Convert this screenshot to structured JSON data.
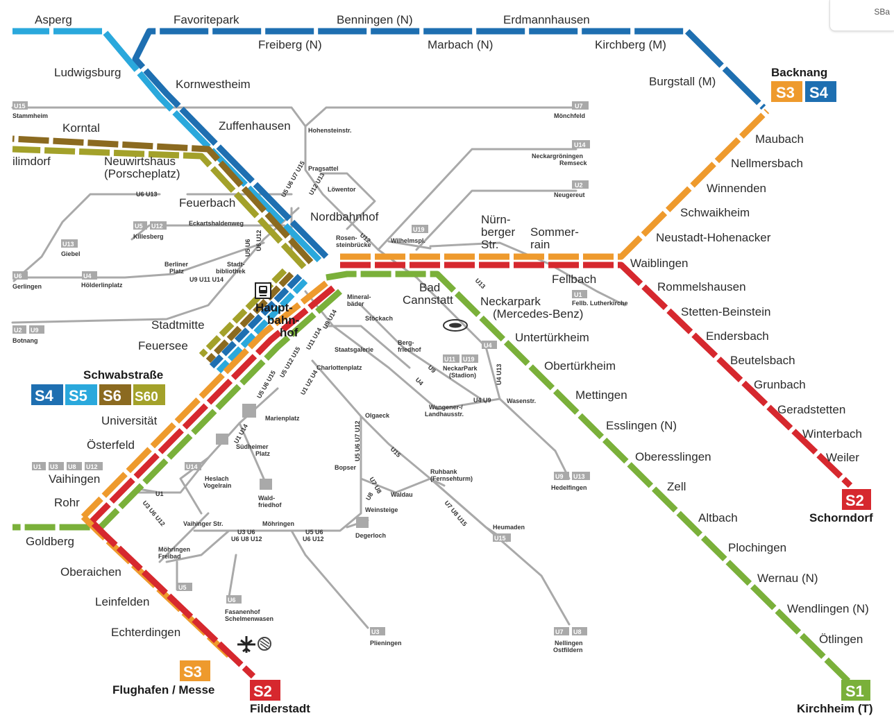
{
  "corner_tab": "SBa",
  "colors": {
    "s1": "#7ab03a",
    "s2": "#d6282e",
    "s3": "#ee9a2d",
    "s4": "#1e6fb1",
    "s5": "#2aa8dc",
    "s6": "#8b6a20",
    "s60": "#a3a12a",
    "ubahn": "#a9a9a9"
  },
  "terminus_badges": {
    "s3_backnang": "S3",
    "s4_backnang": "S4",
    "s2_schorndorf": "S2",
    "s1_kirchheim": "S1",
    "s3_flughafen": "S3",
    "s2_filderstadt": "S2",
    "s4_center": "S4",
    "s5_center": "S5",
    "s6_center": "S6",
    "s60_center": "S60"
  },
  "stations": {
    "asperg": "Asperg",
    "favoritepark": "Favoritepark",
    "benningen": "Benningen (N)",
    "erdmannhausen": "Erdmannhausen",
    "freiberg": "Freiberg (N)",
    "marbach": "Marbach (N)",
    "kirchberg": "Kirchberg (M)",
    "ludwigsburg": "Ludwigsburg",
    "kornwestheim": "Kornwestheim",
    "burgstall": "Burgstall (M)",
    "backnang": "Backnang",
    "zuffenhausen": "Zuffenhausen",
    "korntal": "Korntal",
    "ditzingen": "ilimdorf",
    "neuwirtshaus1": "Neuwirtshaus",
    "neuwirtshaus2": "(Porscheplatz)",
    "maubach": "Maubach",
    "nellmersbach": "Nellmersbach",
    "winnenden": "Winnenden",
    "schwaikheim": "Schwaikheim",
    "neustadt": "Neustadt-Hohenacker",
    "waiblingen": "Waiblingen",
    "feuerbach": "Feuerbach",
    "nordbahnhof": "Nordbahnhof",
    "nuernberger1": "Nürn-",
    "nuernberger2": "berger",
    "nuernberger3": "Str.",
    "sommerrain1": "Sommer-",
    "sommerrain2": "rain",
    "fellbach": "Fellbach",
    "rommelshausen": "Rommelshausen",
    "stetten": "Stetten-Beinstein",
    "endersbach": "Endersbach",
    "beutelsbach": "Beutelsbach",
    "grunbach": "Grunbach",
    "geradstetten": "Geradstetten",
    "winterbach": "Winterbach",
    "weiler": "Weiler",
    "schorndorf": "Schorndorf",
    "hbf1": "Haupt-",
    "hbf2": "bahn-",
    "hbf3": "hof",
    "badcannstatt1": "Bad",
    "badcannstatt2": "Cannstatt",
    "neckarpark1": "Neckarpark",
    "neckarpark2": "(Mercedes-Benz)",
    "untertuerkheim": "Untertürkheim",
    "obertuerkheim": "Obertürkheim",
    "mettingen": "Mettingen",
    "esslingen": "Esslingen (N)",
    "oberesslingen": "Oberesslingen",
    "zell": "Zell",
    "altbach": "Altbach",
    "plochingen": "Plochingen",
    "wernau": "Wernau (N)",
    "wendlingen": "Wendlingen (N)",
    "oetlingen": "Ötlingen",
    "kirchheim": "Kirchheim (T)",
    "stadtmitte": "Stadtmitte",
    "feuersee": "Feuersee",
    "schwabstrasse": "Schwabstraße",
    "universitaet": "Universität",
    "oesterfeld": "Österfeld",
    "vaihingen": "Vaihingen",
    "rohr": "Rohr",
    "goldberg": "Goldberg",
    "oberaichen": "Oberaichen",
    "leinfelden": "Leinfelden",
    "echterdingen": "Echterdingen",
    "flughafen": "Flughafen / Messe",
    "filderstadt": "Filderstadt"
  },
  "ubahn_stops": {
    "stammheim": "Stammheim",
    "moenchfeld": "Mönchfeld",
    "hohensteinstr": "Hohensteinstr.",
    "neckargroeningen1": "Neckargröningen",
    "neckargroeningen2": "Remseck",
    "neugereut": "Neugereut",
    "pragsattel": "Pragsattel",
    "loewentor": "Löwentor",
    "eckartshaldenweg": "Eckartshaldenweg",
    "killesberg": "Killesberg",
    "giebel": "Giebel",
    "gerlingen": "Gerlingen",
    "rosenstein1": "Rosen-",
    "rosenstein2": "steinbrücke",
    "wilhelmspl": "Wilhelmspl.",
    "berliner1": "Berliner",
    "berliner2": "Platz",
    "stadtbib1": "Stadt-",
    "stadtbib2": "bibliothek",
    "hoelderlinplatz": "Hölderlinplatz",
    "botnang": "Botnang",
    "fellb_lutherkirche": "Fellb. Lutherkirche",
    "mineralbaeder1": "Mineral-",
    "mineralbaeder2": "bäder",
    "stoeckach": "Stöckach",
    "staatsgalerie": "Staatsgalerie",
    "bergfriedhof1": "Berg-",
    "bergfriedhof2": "friedhof",
    "charlottenplatz": "Charlottenplatz",
    "neckarpark_stadion1": "NeckarPark",
    "neckarpark_stadion2": "(Stadion)",
    "wangener1": "Wangener-/",
    "wangener2": "Landhausstr.",
    "wasenstr": "Wasenstr.",
    "marienplatz": "Marienplatz",
    "olgaeck": "Olgaeck",
    "suedheimer1": "Südheimer",
    "suedheimer2": "Platz",
    "heslach1": "Heslach",
    "heslach2": "Vogelrain",
    "waldfriedhof1": "Wald-",
    "waldfriedhof2": "friedhof",
    "bopser": "Bopser",
    "ruhbank1": "Ruhbank",
    "ruhbank2": "(Fernsehturm)",
    "waldau": "Waldau",
    "weinsteige": "Weinsteige",
    "hedelfingen": "Hedelfingen",
    "heumaden": "Heumaden",
    "degerloch": "Degerloch",
    "vaihinger_str": "Vaihinger Str.",
    "moehringen": "Möhringen",
    "moehringen_freibad1": "Möhringen",
    "moehringen_freibad2": "Freibad",
    "fasanenhof1": "Fasanenhof",
    "fasanenhof2": "Schelmenwasen",
    "plieningen": "Plieningen",
    "nellingen1": "Nellingen",
    "nellingen2": "Ostfildern"
  },
  "ubahn_badges": {
    "u15": "U15",
    "u7": "U7",
    "u14": "U14",
    "u2_neugereut": "U2",
    "u5": "U5",
    "u12": "U12",
    "u13": "U13",
    "u6_gerlingen": "U6",
    "u4": "U4",
    "u2": "U2",
    "u9": "U9",
    "u1_fellbach": "U1",
    "u4_untertuerkheim": "U4",
    "u11": "U11",
    "u19": "U19",
    "u1": "U1",
    "u3": "U3",
    "u8": "U8",
    "u12_vaihingen": "U12",
    "u14_heslach": "U14",
    "u9_hedelfingen": "U9",
    "u13_hedelfingen": "U13",
    "u15_heumaden": "U15",
    "u5_leinfelden": "U5",
    "u6_fasanenhof": "U6",
    "u3_plieningen": "U3",
    "u7_nellingen": "U7",
    "u8_nellingen": "U8"
  },
  "line_labels": {
    "u6u13": "U6 U13",
    "u6u11u14": "U9 U11 U14",
    "u5u6u7u15": "U5 U6 U7 U15",
    "u12u13": "U12 U13",
    "u12": "U12",
    "u13": "U13",
    "u5u6": "U5 U6",
    "u6u12": "U6 U12",
    "u5u12u15": "U5 U12 U15",
    "u1u2u4": "U1 U2 U4",
    "u11u14": "U11 U14",
    "u9u14": "U9 U14",
    "u4u13": "U4 U13",
    "u4u9": "U4 U9",
    "u4": "U4",
    "u9": "U9",
    "u15": "U15",
    "u5u6u7u12": "U5 U6 U7 U12",
    "u7u8u15": "U7 U8 U15",
    "u1u14": "U1 U14",
    "u3u6u12": "U3 U6 U12",
    "u3u6_2": "U3 U6",
    "u6u8u12": "U6 U8 U12",
    "u5u6_2": "U5 U6",
    "u6u12_2": "U6 U12",
    "u1_2": "U1",
    "u5u6u15": "U5 U6 U15",
    "u7u8": "U7 U8",
    "u8": "U8"
  }
}
